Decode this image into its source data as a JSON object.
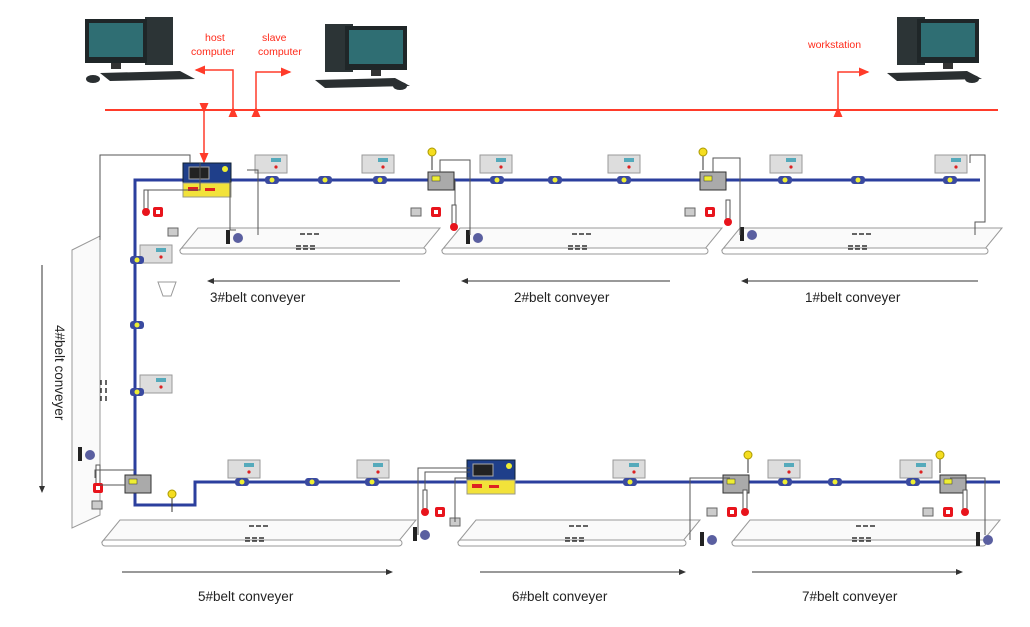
{
  "network": {
    "host_label_1": "host",
    "host_label_2": "computer",
    "slave_label_1": "slave",
    "slave_label_2": "computer",
    "workstation_label": "workstation"
  },
  "conveyers": {
    "c1": "1#belt conveyer",
    "c2": "2#belt conveyer",
    "c3": "3#belt conveyer",
    "c4": "4#belt conveyer",
    "c5": "5#belt conveyer",
    "c6": "6#belt conveyer",
    "c7": "7#belt conveyer"
  },
  "colors": {
    "network_bus": "#ff3b2a",
    "field_bus": "#2b3f9e",
    "controller": "#1f3f8a",
    "controller_base": "#f2e23a",
    "alarm": "#e8141c"
  },
  "icons": [
    "computer-icon",
    "controller-icon",
    "junction-box-icon",
    "sensor-module-icon",
    "coupler-icon",
    "thermometer-icon",
    "alarm-icon",
    "siren-icon",
    "speed-sensor-icon",
    "antenna-icon"
  ]
}
